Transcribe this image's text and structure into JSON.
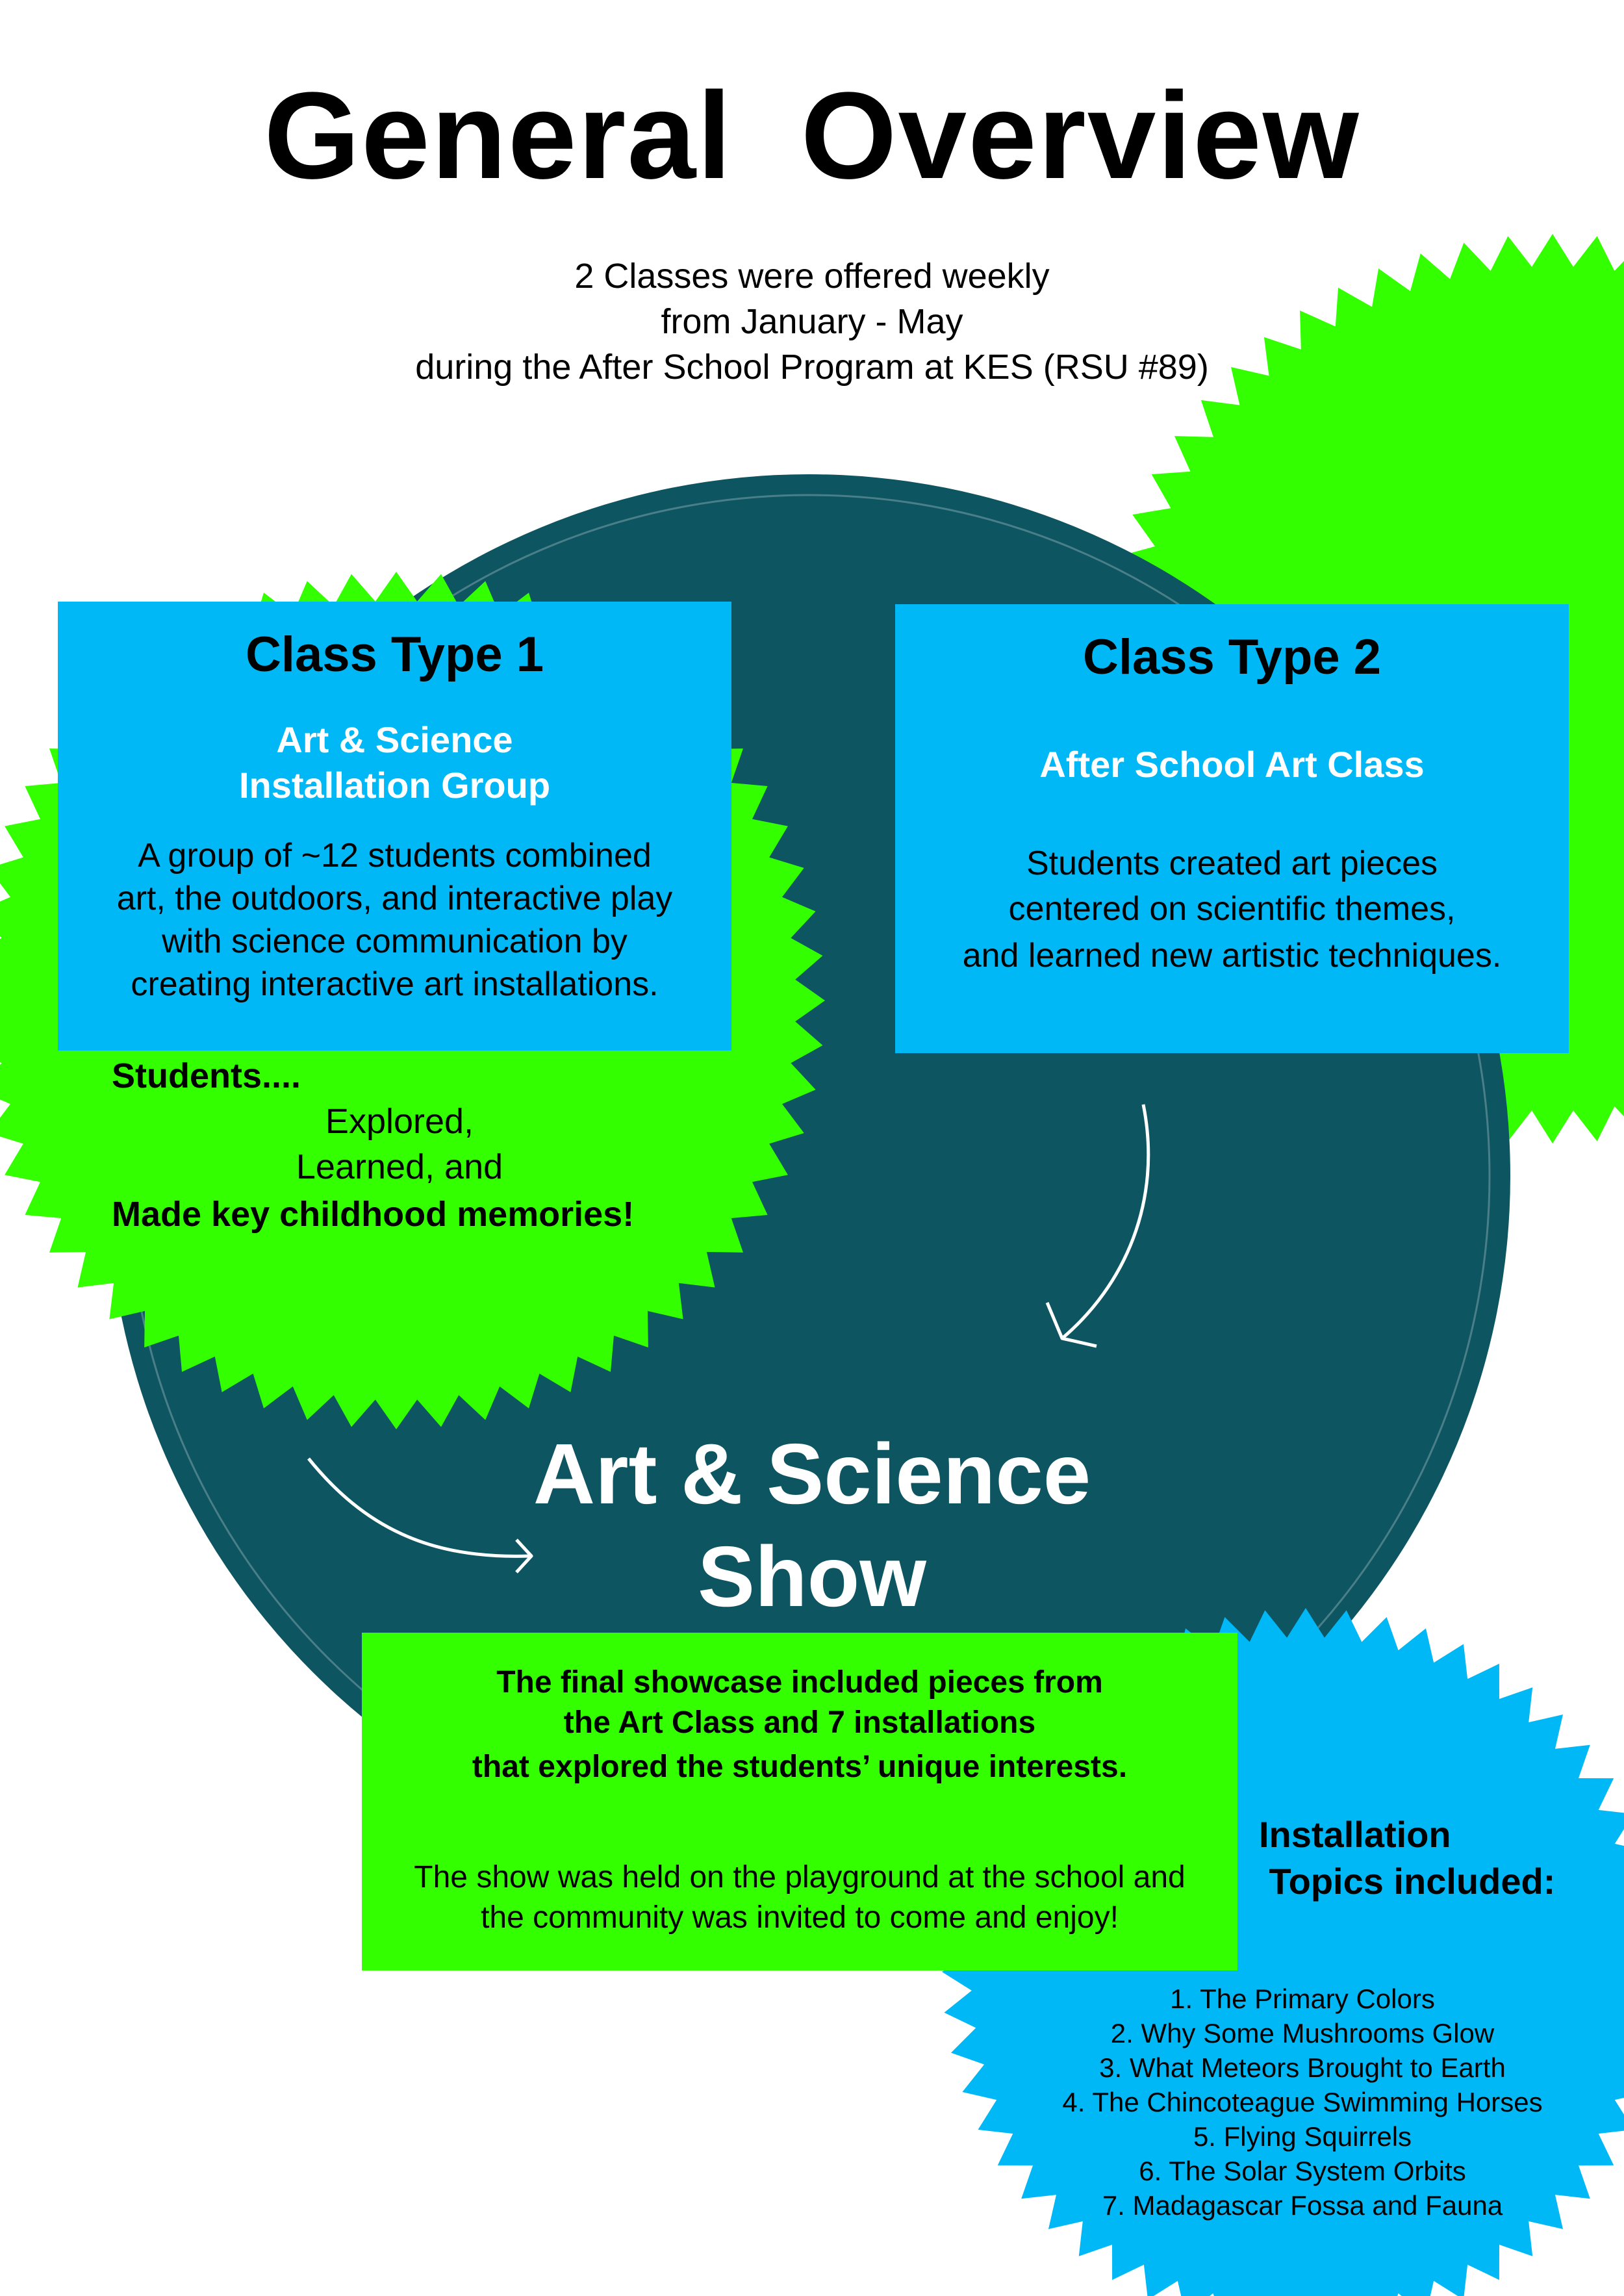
{
  "title": "General  Overview",
  "subtitle": [
    "2 Classes were offered weekly",
    "from January - May",
    "during the After School Program at KES (RSU #89)"
  ],
  "class1": {
    "heading": "Class Type 1",
    "subheading": [
      "Art & Science",
      "Installation Group"
    ],
    "body": [
      "A group of ~12 students combined",
      "art, the outdoors, and interactive play",
      "with science communication by",
      "creating interactive art installations."
    ]
  },
  "class2": {
    "heading": "Class Type 2",
    "subheading": "After School Art Class",
    "body": [
      "Students created art pieces",
      "centered on scientific themes,",
      "and learned new artistic techniques."
    ]
  },
  "students": {
    "lead": "Students....",
    "lines": [
      "Explored,",
      "Learned, and"
    ],
    "last": "Made key childhood memories!"
  },
  "show": {
    "title": [
      "Art & Science",
      "Show"
    ],
    "bold_lines": [
      "The final showcase included pieces from",
      "the Art Class and 7 installations",
      "that explored the students’ unique interests."
    ],
    "plain_lines": [
      "The show was held on the playground at the school and",
      "the community was invited to come and enjoy!"
    ]
  },
  "topics": {
    "heading": [
      "Installation",
      " Topics included:"
    ],
    "items": [
      "1. The Primary Colors",
      "2. Why Some Mushrooms Glow",
      "3. What Meteors Brought to Earth",
      "4. The Chincoteague Swimming Horses",
      "5. Flying Squirrels",
      "6. The Solar System Orbits",
      "7. Madagascar Fossa and Fauna"
    ]
  },
  "colors": {
    "dark_teal": "#0e5562",
    "sky_blue": "#00b8f5",
    "neon_green": "#33ff00",
    "white": "#ffffff"
  }
}
